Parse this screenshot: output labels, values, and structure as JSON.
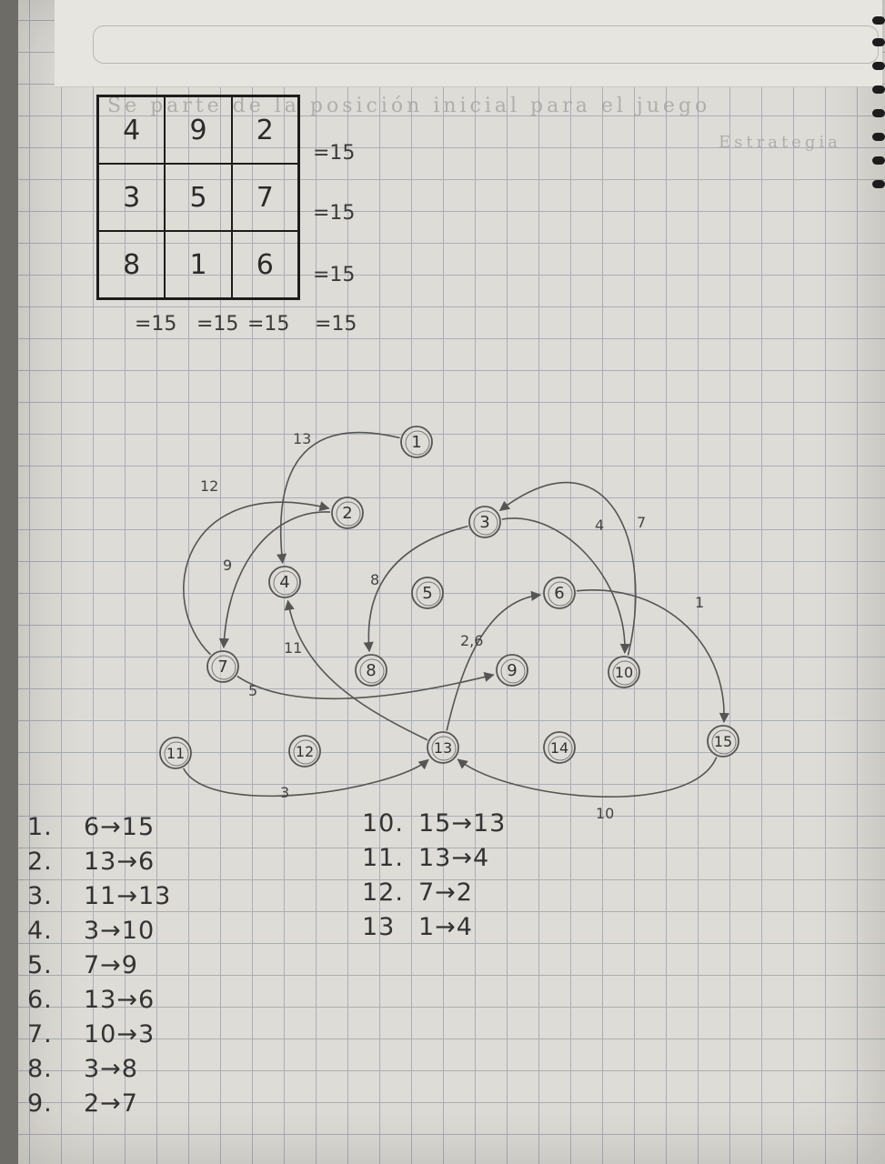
{
  "header_note": {
    "line1": "Se parte de la posición inicial para el juego",
    "line2": "Estrategia"
  },
  "magic_square": {
    "rows": [
      [
        "4",
        "9",
        "2"
      ],
      [
        "3",
        "5",
        "7"
      ],
      [
        "8",
        "1",
        "6"
      ]
    ],
    "row_sums": [
      "=15",
      "=15",
      "=15"
    ],
    "col_sums": [
      "=15",
      "=15",
      "=15"
    ],
    "diag_sum": "=15"
  },
  "graph": {
    "nodes": [
      "1",
      "2",
      "3",
      "4",
      "5",
      "6",
      "7",
      "8",
      "9",
      "10",
      "11",
      "12",
      "13",
      "14",
      "15"
    ],
    "edges": [
      {
        "from": "1",
        "to": "4",
        "label": "13"
      },
      {
        "from": "7",
        "to": "2",
        "label": "12"
      },
      {
        "from": "2",
        "to": "7",
        "label": "9"
      },
      {
        "from": "13",
        "to": "4",
        "label": "11"
      },
      {
        "from": "3",
        "to": "8",
        "label": "8"
      },
      {
        "from": "13",
        "to": "6",
        "label": "2,6"
      },
      {
        "from": "3",
        "to": "10",
        "label": "4"
      },
      {
        "from": "10",
        "to": "3",
        "label": "7"
      },
      {
        "from": "6",
        "to": "15",
        "label": "1"
      },
      {
        "from": "7",
        "to": "9",
        "label": "5"
      },
      {
        "from": "11",
        "to": "13",
        "label": "3"
      },
      {
        "from": "15",
        "to": "13",
        "label": "10"
      }
    ]
  },
  "moves_left": [
    {
      "n": "1.",
      "move": "6→15"
    },
    {
      "n": "2.",
      "move": "13→6"
    },
    {
      "n": "3.",
      "move": "11→13"
    },
    {
      "n": "4.",
      "move": "3→10"
    },
    {
      "n": "5.",
      "move": "7→9"
    },
    {
      "n": "6.",
      "move": "13→6"
    },
    {
      "n": "7.",
      "move": "10→3"
    },
    {
      "n": "8.",
      "move": "3→8"
    },
    {
      "n": "9.",
      "move": "2→7"
    }
  ],
  "moves_right": [
    {
      "n": "10.",
      "move": "15→13"
    },
    {
      "n": "11.",
      "move": "13→4"
    },
    {
      "n": "12.",
      "move": "7→2"
    },
    {
      "n": "13",
      "move": "1→4"
    }
  ],
  "colors": {
    "paper": "#dedcd6",
    "grid_line": "#a9aeb7",
    "pencil": "#555555",
    "ink": "#1d1d1d"
  }
}
